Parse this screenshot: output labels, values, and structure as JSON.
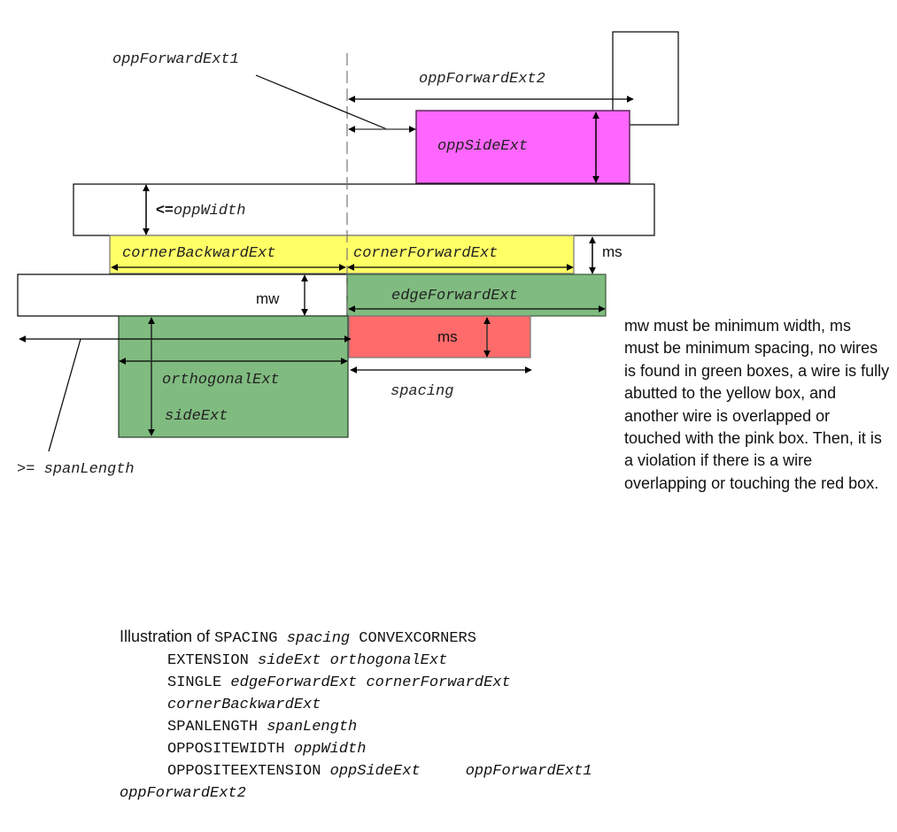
{
  "colors": {
    "pink": "#ff66ff",
    "yellow": "#ffff66",
    "green": "#80bb80",
    "red": "#ff6b6b",
    "white_box": "#ffffff",
    "stroke": "#000000"
  },
  "diagram": {
    "boxes": {
      "opp_side_ext_box": "pink",
      "corner_box": "yellow",
      "edge_forward_box": "green",
      "side_ext_box": "green",
      "spacing_box": "red"
    },
    "labels": {
      "opp_forward_ext1": "oppForwardExt1",
      "opp_forward_ext2": "oppForwardExt2",
      "opp_side_ext": "oppSideExt",
      "opp_width_prefix": "<=",
      "opp_width": "oppWidth",
      "corner_backward_ext": "cornerBackwardExt",
      "corner_forward_ext": "cornerForwardExt",
      "ms_right": "ms",
      "mw": "mw",
      "edge_forward_ext": "edgeForwardExt",
      "ms_red": "ms",
      "orthogonal_ext": "orthogonalExt",
      "side_ext": "sideExt",
      "spacing": "spacing",
      "span_length": ">= spanLength"
    }
  },
  "note": "mw must be minimum width, ms must be minimum spacing, no wires is found in green boxes, a wire is fully abutted to the yellow box, and another wire is overlapped or touched with the pink box.  Then, it is a violation if there is a wire overlapping or touching the red box.",
  "caption": {
    "line1": {
      "prefix": "Illustration of ",
      "kw1": "SPACING ",
      "arg1": "spacing",
      "kw2": " CONVEXCORNERS"
    },
    "line2": {
      "kw": "EXTENSION ",
      "args": "sideExt orthogonalExt"
    },
    "line3": {
      "kw": "SINGLE ",
      "args": "edgeForwardExt cornerForwardExt"
    },
    "line4": {
      "args": "cornerBackwardExt"
    },
    "line5": {
      "kw": "SPANLENGTH ",
      "args": "spanLength"
    },
    "line6": {
      "kw": "OPPOSITEWIDTH ",
      "args": "oppWidth"
    },
    "line7": {
      "kw": "OPPOSITEEXTENSION ",
      "arg1": "oppSideExt",
      "gap": "     ",
      "arg2": "oppForwardExt1"
    },
    "line8": {
      "args": "oppForwardExt2"
    }
  }
}
